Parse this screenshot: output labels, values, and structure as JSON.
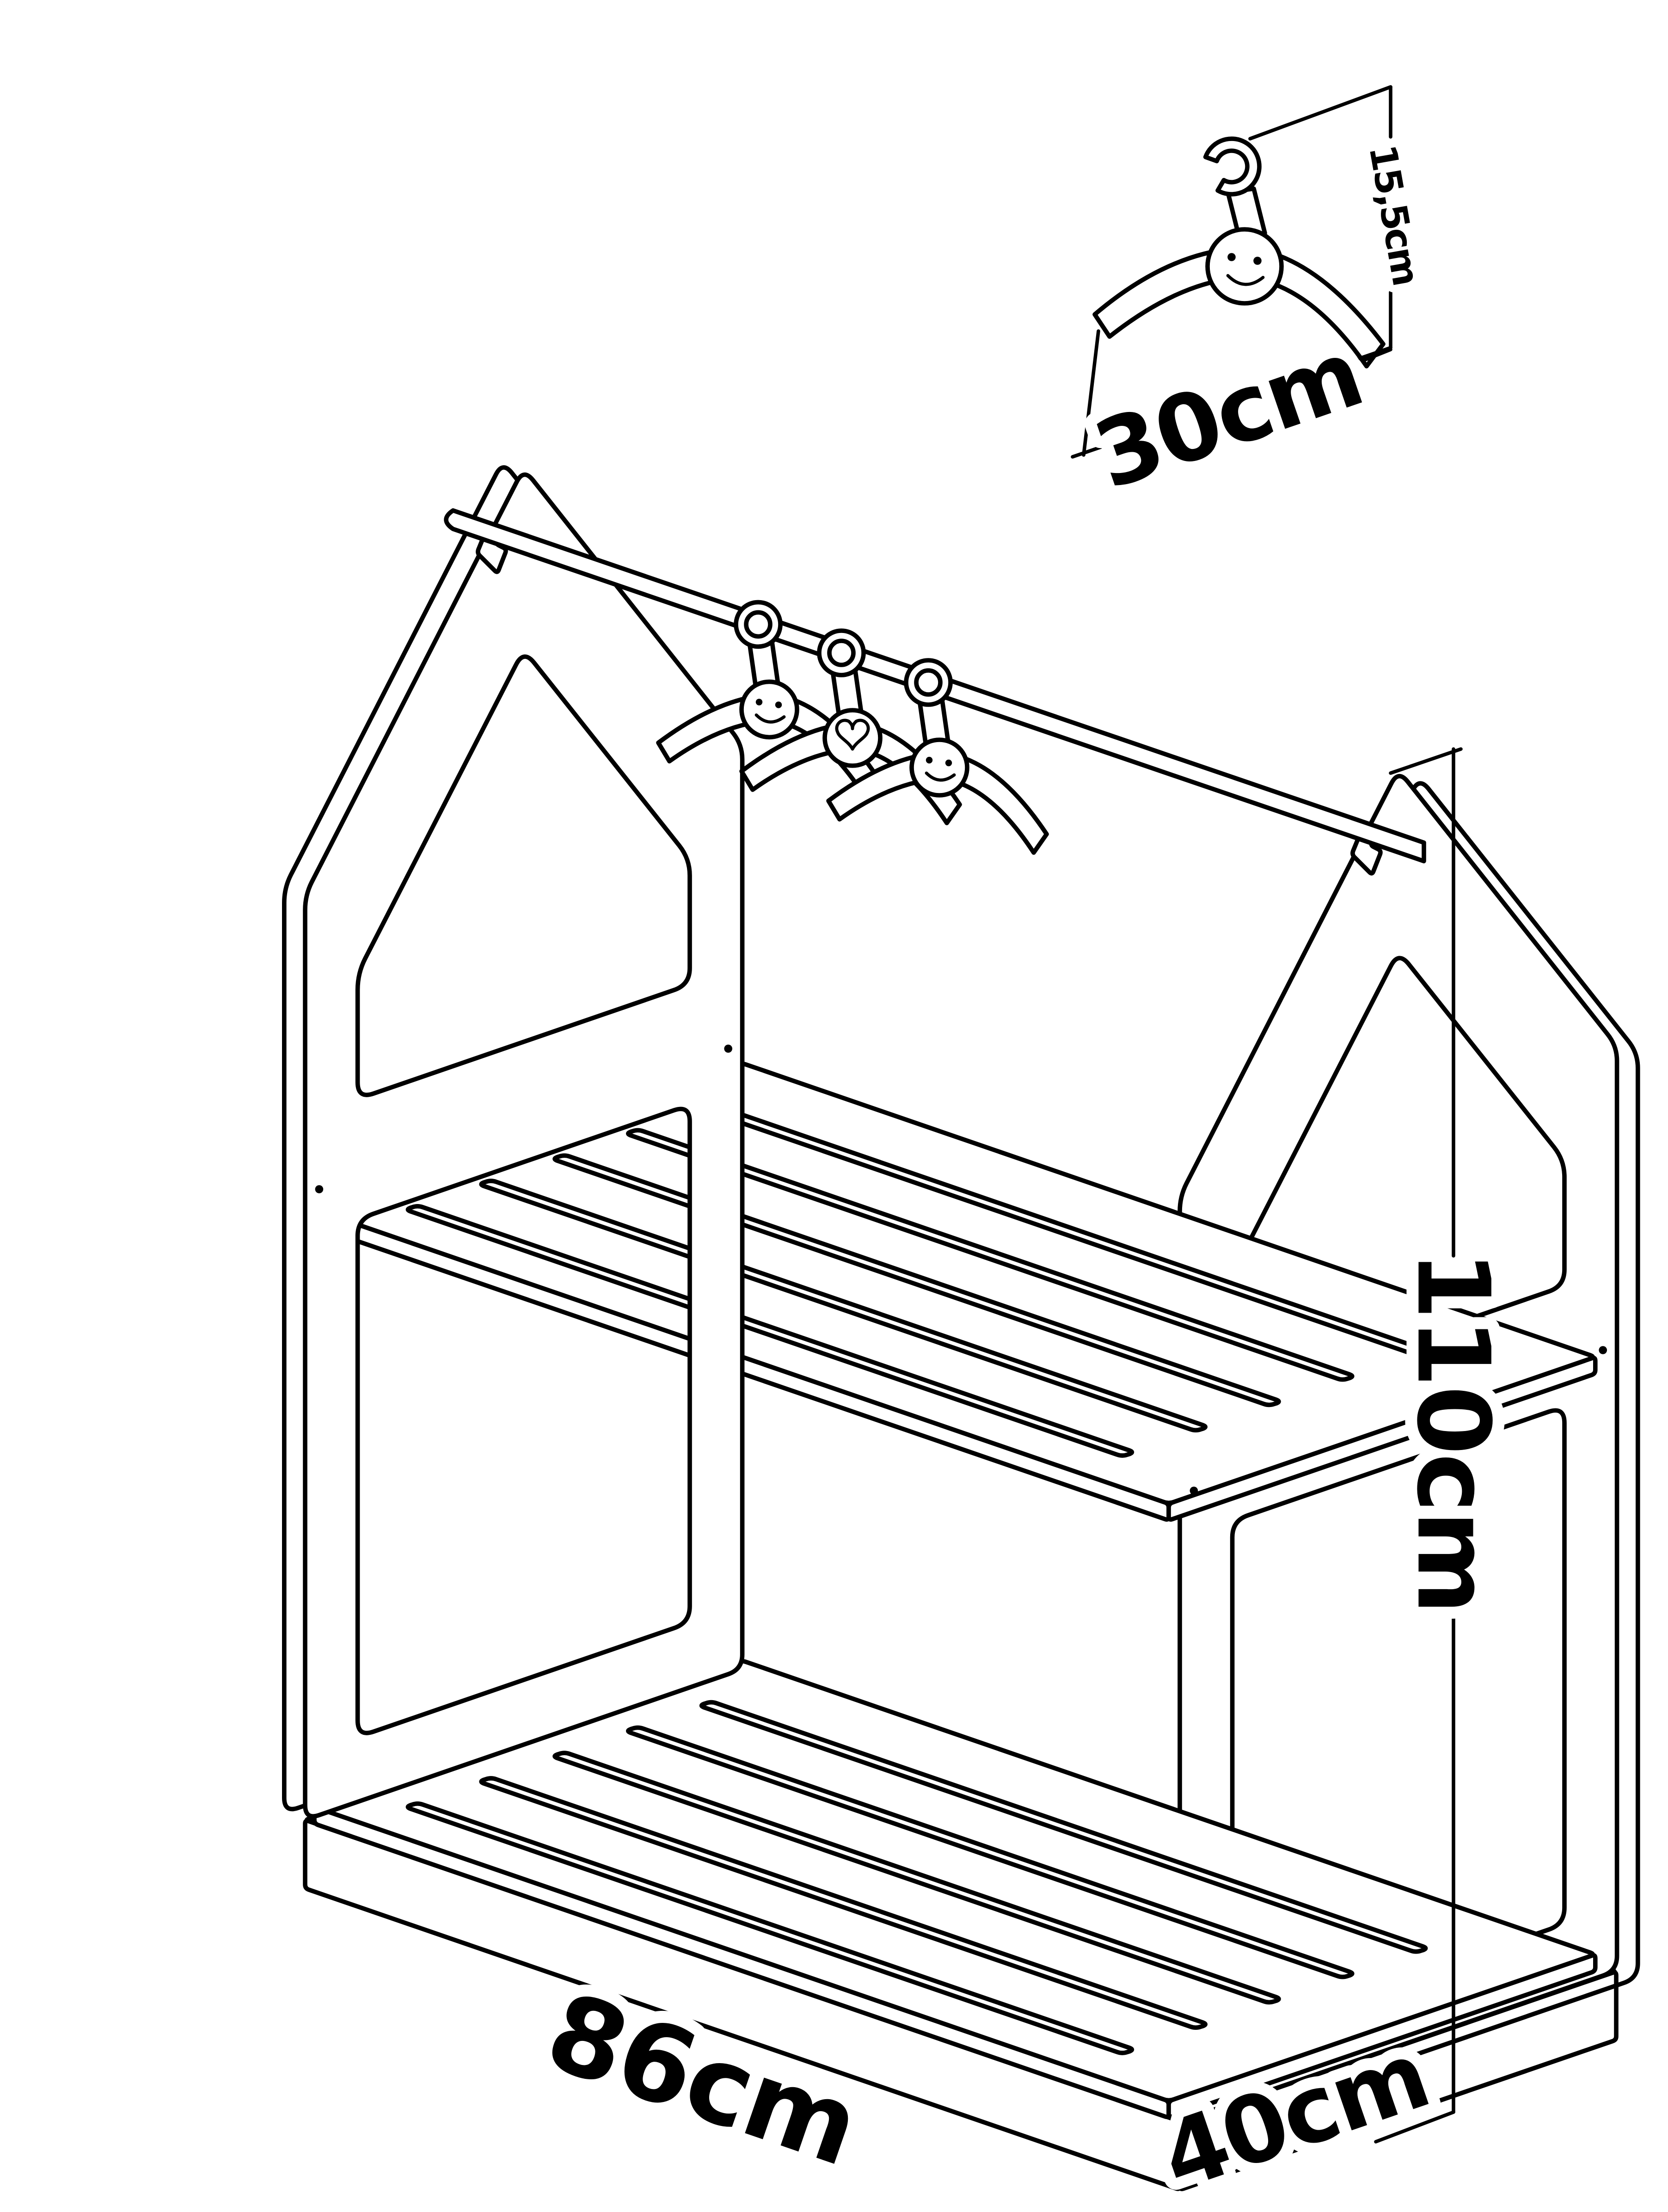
{
  "annotations": {
    "height": "110cm",
    "width": "86cm",
    "depth": "40cm",
    "hanger_width": "30cm",
    "hanger_height": "15,5cm"
  },
  "icons": {
    "hanger_face": "smiley-face",
    "hanger_middle_motif": "heart"
  },
  "style": {
    "line_color": "#000000",
    "background": "#ffffff"
  }
}
